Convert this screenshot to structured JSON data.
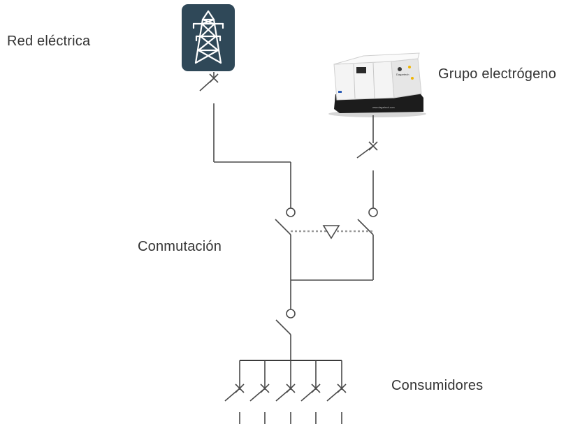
{
  "labels": {
    "grid": "Red eléctrica",
    "generator": "Grupo electrógeno",
    "switching": "Conmutación",
    "consumers": "Consumidores"
  },
  "generator_brand": {
    "name": "Dagartech",
    "url": "www.dagartech.com"
  },
  "icons": {
    "grid": "power-transmission-tower-icon",
    "generator": "diesel-generator-image"
  },
  "colors": {
    "tower_tile": "#2f4858",
    "wire": "#4a4a4a",
    "generator_body": "#f2f2f2",
    "generator_base": "#1c1c1c"
  },
  "consumer_count": 5
}
